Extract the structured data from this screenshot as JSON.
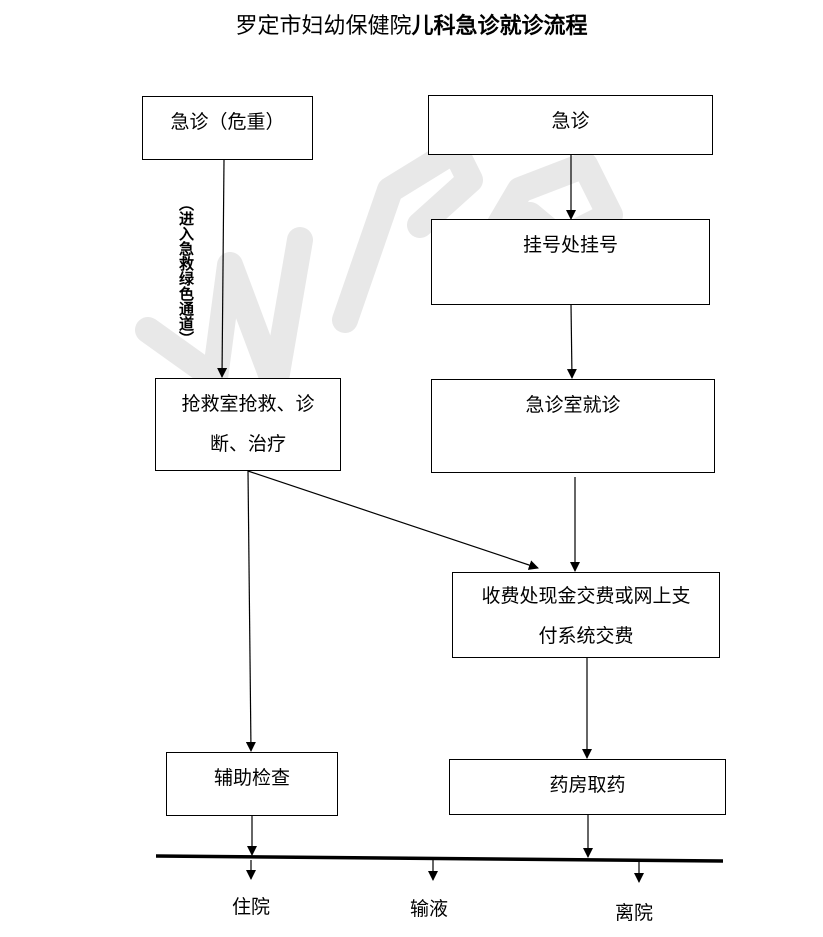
{
  "title": {
    "prefix": "罗定市妇幼保健院",
    "emphasis": "儿科急诊就诊流程"
  },
  "nodes": {
    "emergency_critical": "急诊（危重）",
    "green_channel": "（进入急救绿色通道）",
    "rescue_room_line1": "抢救室抢救、诊",
    "rescue_room_line2": "断、治疗",
    "emergency": "急诊",
    "registration": "挂号处挂号",
    "consultation": "急诊室就诊",
    "payment_line1": "收费处现金交费或网上支",
    "payment_line2": "付系统交费",
    "auxiliary_exam": "辅助检查",
    "pharmacy": "药房取药"
  },
  "outcomes": {
    "hospitalization": "住院",
    "infusion": "输液",
    "discharge": "离院"
  },
  "colors": {
    "line": "#000000",
    "watermark": "#e6e6e6"
  }
}
